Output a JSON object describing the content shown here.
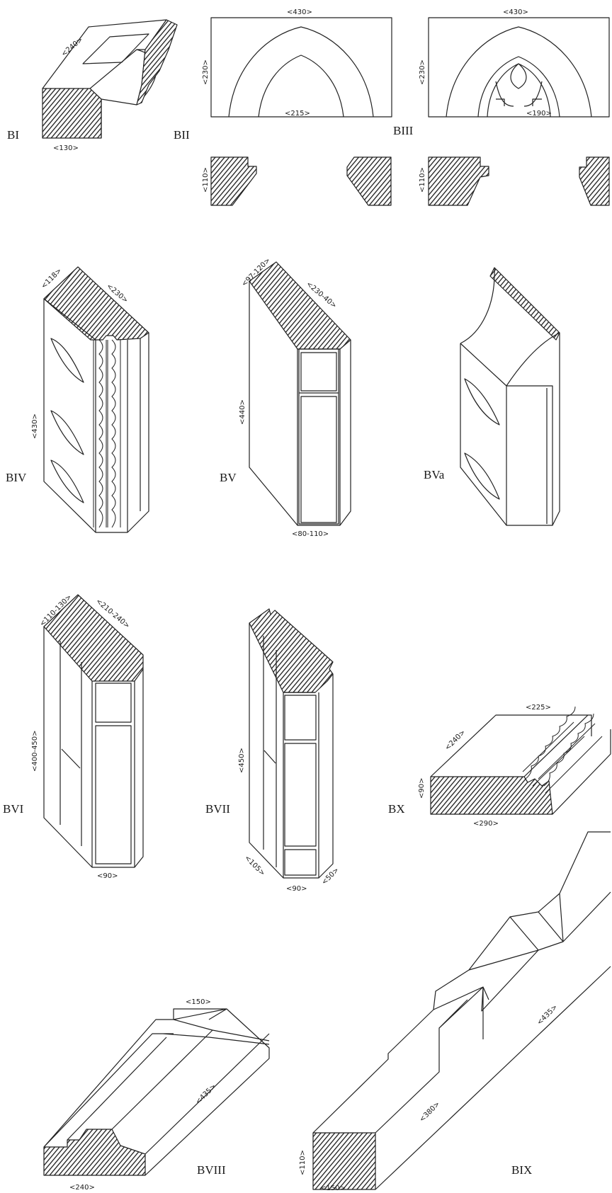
{
  "figures": {
    "b1": {
      "label": "BI",
      "dims": [
        "<240>",
        "<130>"
      ]
    },
    "b2": {
      "label": "BII",
      "dims": [
        "<430>",
        "<230>",
        "<215>",
        "<110>"
      ]
    },
    "b3": {
      "label": "BIII",
      "dims": [
        "<430>",
        "<230>",
        "<190>",
        "<110>"
      ]
    },
    "b4": {
      "label": "BIV",
      "dims": [
        "<118>",
        "<230>",
        "<430>"
      ]
    },
    "b5": {
      "label": "BV",
      "dims": [
        "<97-120>",
        "<230-40>",
        "<440>",
        "<80-110>"
      ]
    },
    "b5a": {
      "label": "BVa",
      "dims": []
    },
    "b6": {
      "label": "BVI",
      "dims": [
        "<110-130>",
        "<210-240>",
        "<400-450>",
        "<90>"
      ]
    },
    "b7": {
      "label": "BVII",
      "dims": [
        "<450>",
        "<105>",
        "<90>",
        "<50>"
      ]
    },
    "b10": {
      "label": "BX",
      "dims": [
        "<225>",
        "<240>",
        "<90>",
        "<290>"
      ]
    },
    "b8": {
      "label": "BVIII",
      "dims": [
        "<150>",
        "<435>",
        "<240>"
      ]
    },
    "b9": {
      "label": "BIX",
      "dims": [
        "<435>",
        "<380>",
        "<110>",
        "<150>"
      ]
    }
  }
}
